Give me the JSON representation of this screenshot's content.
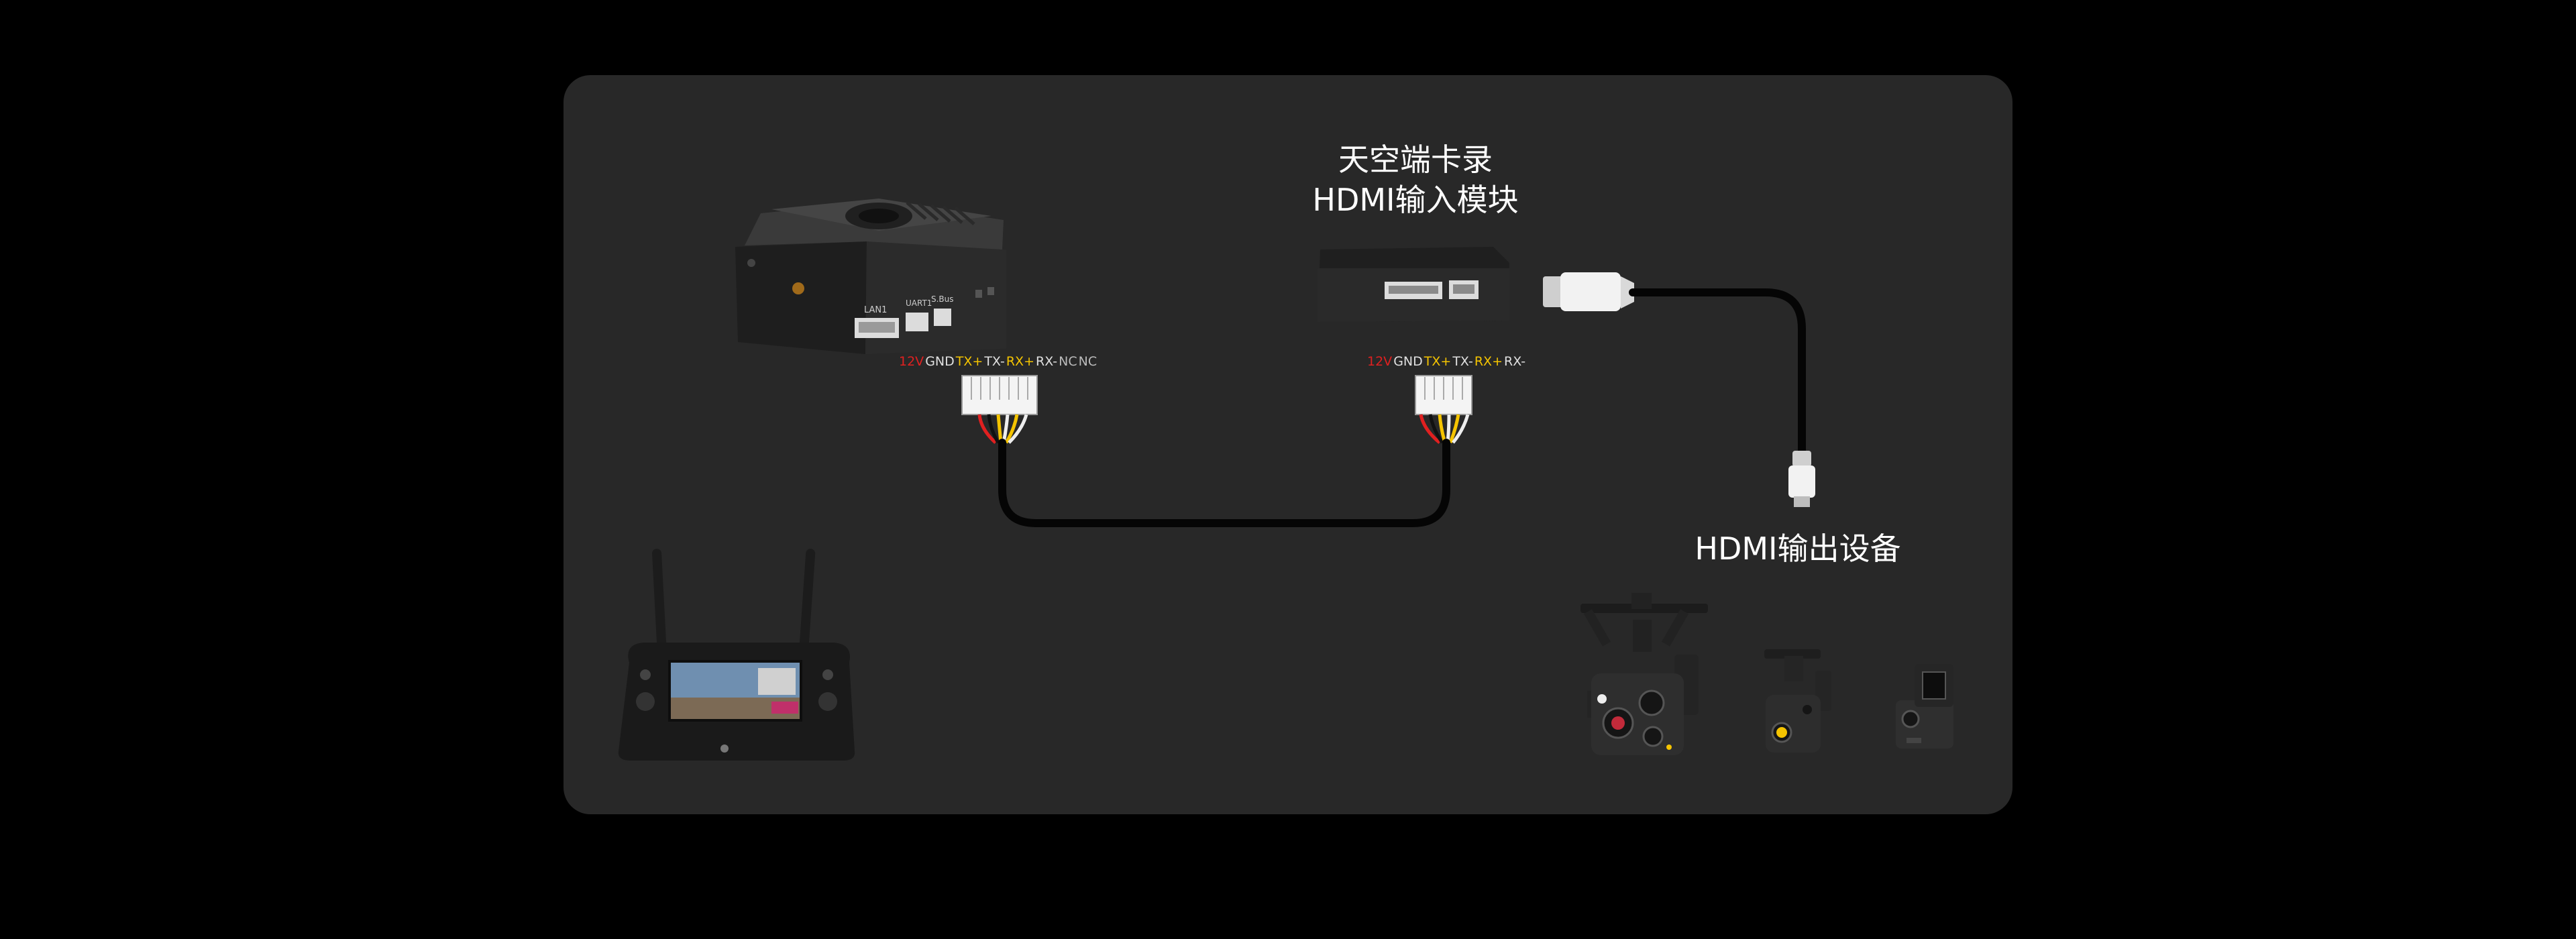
{
  "labels": {
    "sky_module_line1": "天空端卡录",
    "sky_module_line2": "HDMI输入模块",
    "hdmi_output": "HDMI输出设备"
  },
  "pins_left": [
    {
      "text": "12V",
      "color": "#e02020"
    },
    {
      "text": "GND",
      "color": "#e0e0e0"
    },
    {
      "text": "TX+",
      "color": "#f5c400"
    },
    {
      "text": "TX-",
      "color": "#e0e0e0"
    },
    {
      "text": "RX+",
      "color": "#f5c400"
    },
    {
      "text": "RX-",
      "color": "#e0e0e0"
    },
    {
      "text": "NC",
      "color": "#bbbbbb"
    },
    {
      "text": "NC",
      "color": "#bbbbbb"
    }
  ],
  "pins_right": [
    {
      "text": "12V",
      "color": "#e02020"
    },
    {
      "text": "GND",
      "color": "#e0e0e0"
    },
    {
      "text": "TX+",
      "color": "#f5c400"
    },
    {
      "text": "TX-",
      "color": "#e0e0e0"
    },
    {
      "text": "RX+",
      "color": "#f5c400"
    },
    {
      "text": "RX-",
      "color": "#e0e0e0"
    }
  ],
  "device_ports": {
    "lan1": "LAN1",
    "uart1": "UART1",
    "sbus": "S.Bus"
  },
  "colors": {
    "background": "#000000",
    "panel": "#282828",
    "wire_red": "#e02020",
    "wire_yellow": "#f5c400",
    "wire_white": "#eeeeee",
    "cable": "#050505"
  }
}
